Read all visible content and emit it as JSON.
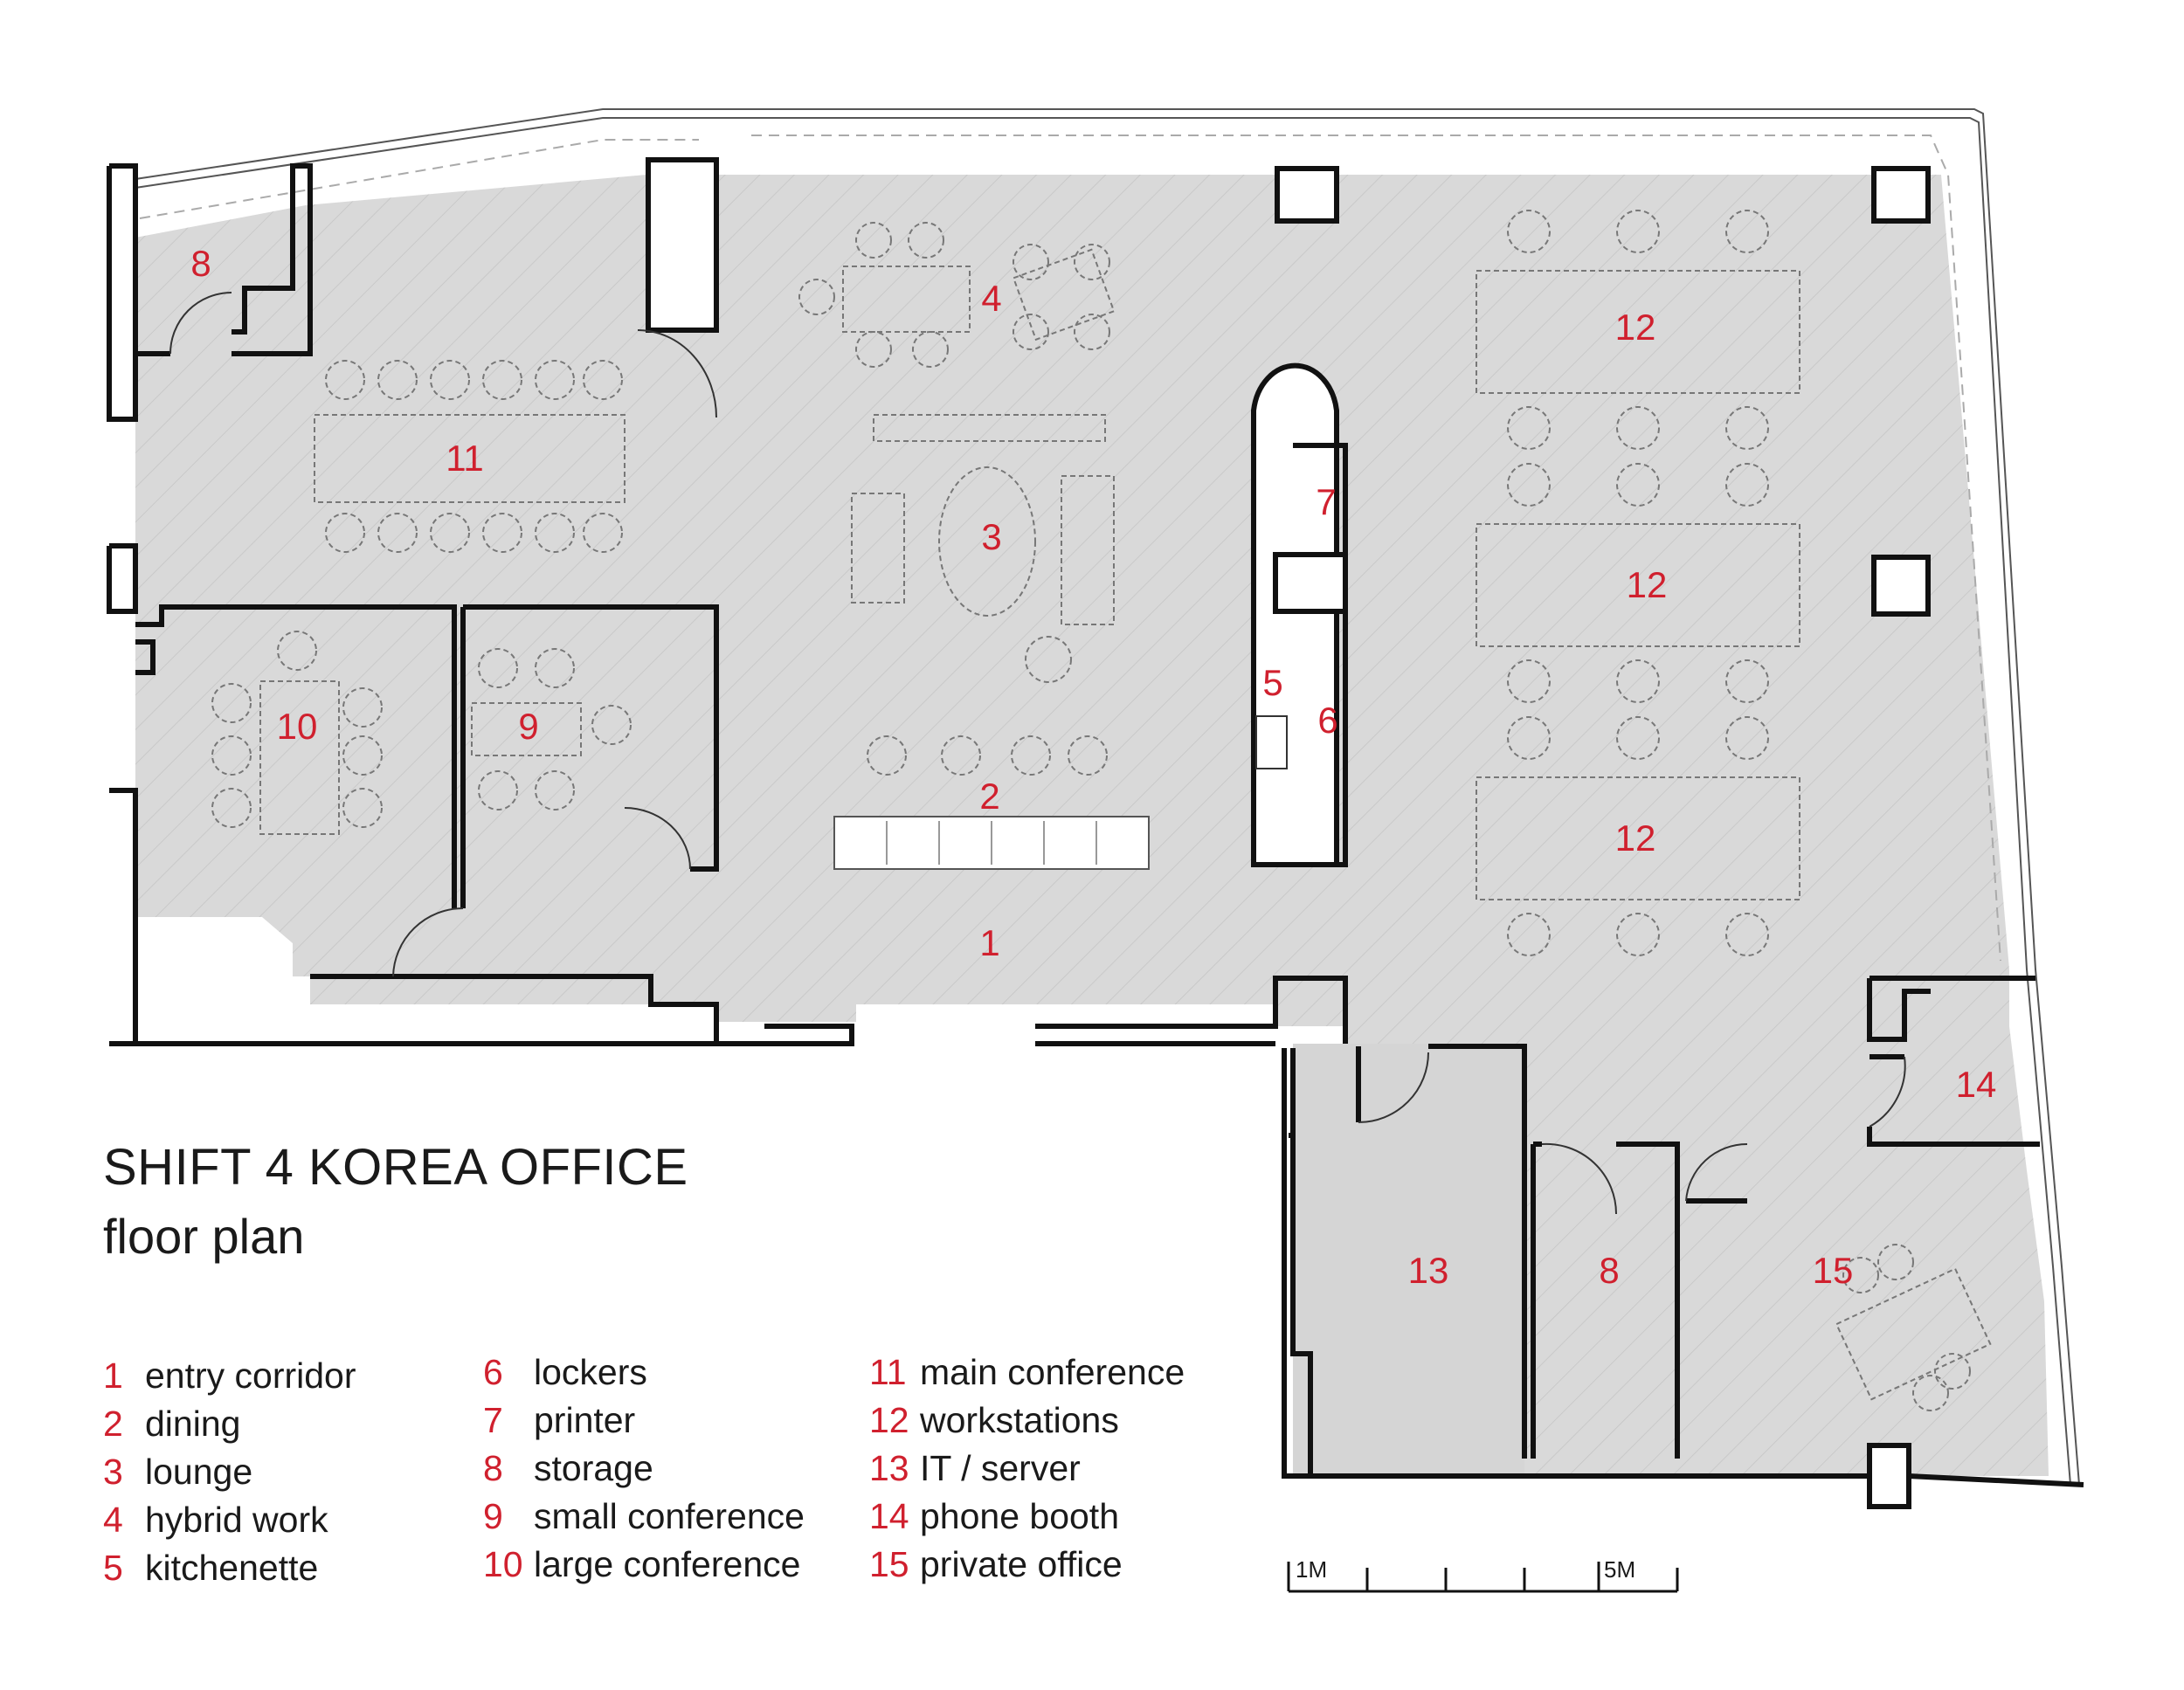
{
  "title": "SHIFT 4 KOREA OFFICE",
  "subtitle": "floor plan",
  "legend": {
    "col1": [
      {
        "num": "1",
        "label": "entry corridor"
      },
      {
        "num": "2",
        "label": "dining"
      },
      {
        "num": "3",
        "label": "lounge"
      },
      {
        "num": "4",
        "label": "hybrid work"
      },
      {
        "num": "5",
        "label": "kitchenette"
      }
    ],
    "col2": [
      {
        "num": "6",
        "label": "lockers"
      },
      {
        "num": "7",
        "label": "printer"
      },
      {
        "num": "8",
        "label": "storage"
      },
      {
        "num": "9",
        "label": "small conference"
      },
      {
        "num": "10",
        "label": "large conference"
      }
    ],
    "col3": [
      {
        "num": "11",
        "label": "main conference"
      },
      {
        "num": "12",
        "label": "workstations"
      },
      {
        "num": "13",
        "label": "IT / server"
      },
      {
        "num": "14",
        "label": "phone booth"
      },
      {
        "num": "15",
        "label": "private office"
      }
    ]
  },
  "room_labels": [
    "8",
    "4",
    "12",
    "11",
    "7",
    "3",
    "12",
    "10",
    "9",
    "5",
    "6",
    "2",
    "12",
    "1",
    "14",
    "13",
    "8",
    "15"
  ],
  "scale_bar": {
    "label_start": "1M",
    "label_end": "5M"
  },
  "colors": {
    "accent_red": "#d0202e",
    "floor_fill": "#d9d9d9",
    "wall": "#111111"
  }
}
